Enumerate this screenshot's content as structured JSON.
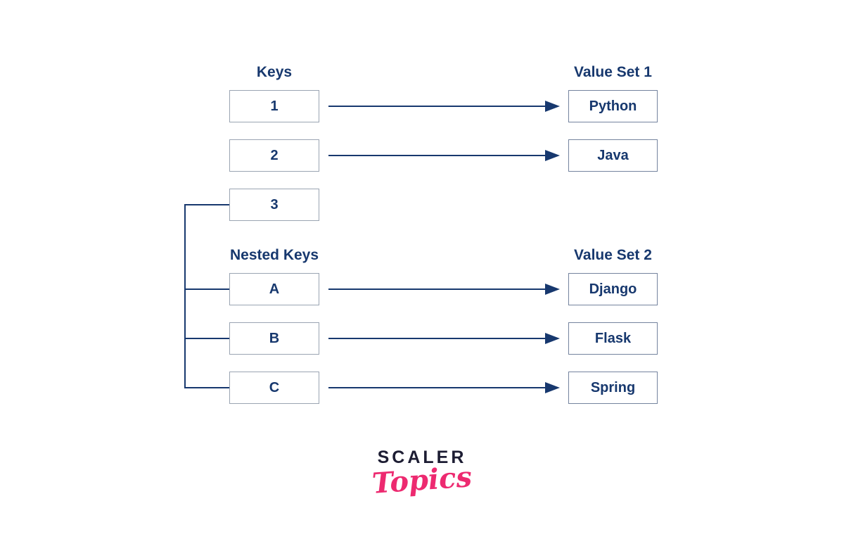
{
  "colors": {
    "line": "#17386e",
    "text": "#17386e",
    "key_box_border": "#9aa4b2",
    "value_box_border": "#74839e",
    "logo_dark": "#1d1d33",
    "logo_pink": "#ed2a70",
    "background": "#ffffff"
  },
  "diagram": {
    "keys_section": {
      "title": "Keys",
      "items": [
        "1",
        "2",
        "3"
      ]
    },
    "nested_keys_section": {
      "title": "Nested Keys",
      "items": [
        "A",
        "B",
        "C"
      ]
    },
    "value_set_1": {
      "title": "Value Set 1",
      "items": [
        "Python",
        "Java"
      ]
    },
    "value_set_2": {
      "title": "Value Set 2",
      "items": [
        "Django",
        "Flask",
        "Spring"
      ]
    },
    "connections": [
      {
        "from": "1",
        "to": "Python"
      },
      {
        "from": "2",
        "to": "Java"
      },
      {
        "from": "3",
        "to": "Nested Keys A,B,C"
      },
      {
        "from": "A",
        "to": "Django"
      },
      {
        "from": "B",
        "to": "Flask"
      },
      {
        "from": "C",
        "to": "Spring"
      }
    ]
  },
  "logo": {
    "brand": "SCALER",
    "product": "Topics"
  }
}
